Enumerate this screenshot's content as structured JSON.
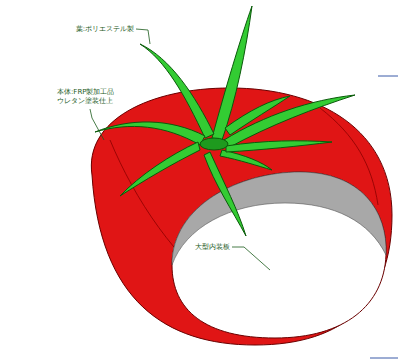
{
  "diagram": {
    "labels": [
      "葉:ポリエステル製",
      "本体:FRP製加工品 ウレタン塗装仕上",
      "大型内装板"
    ]
  }
}
